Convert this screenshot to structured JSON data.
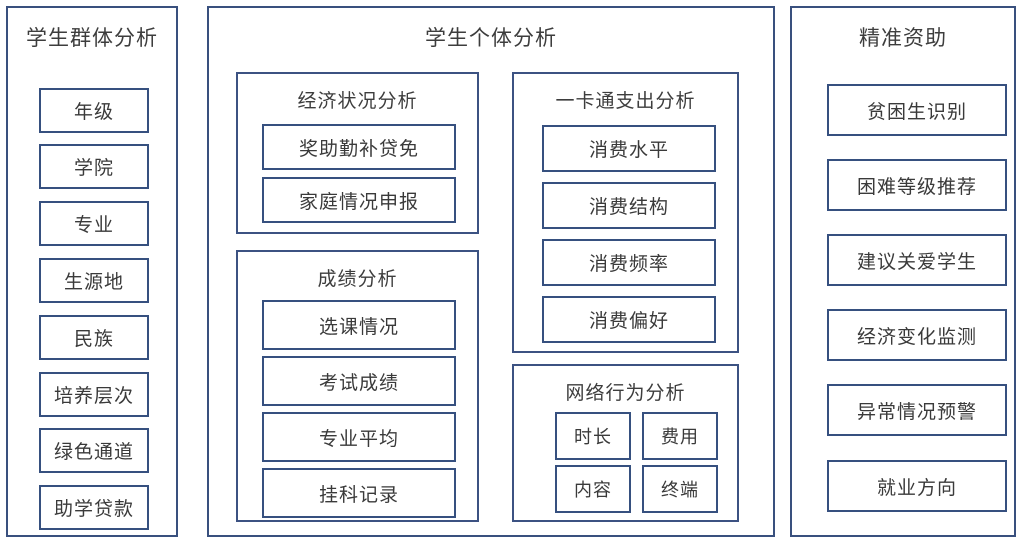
{
  "diagram": {
    "panels": [
      {
        "id": "group-analysis",
        "title": "学生群体分析",
        "items": [
          {
            "label": "年级"
          },
          {
            "label": "学院"
          },
          {
            "label": "专业"
          },
          {
            "label": "生源地"
          },
          {
            "label": "民族"
          },
          {
            "label": "培养层次"
          },
          {
            "label": "绿色通道"
          },
          {
            "label": "助学贷款"
          }
        ]
      },
      {
        "id": "individual-analysis",
        "title": "学生个体分析",
        "groups": [
          {
            "id": "economic-status",
            "title": "经济状况分析",
            "items": [
              {
                "label": "奖助勤补贷免"
              },
              {
                "label": "家庭情况申报"
              }
            ]
          },
          {
            "id": "score-analysis",
            "title": "成绩分析",
            "items": [
              {
                "label": "选课情况"
              },
              {
                "label": "考试成绩"
              },
              {
                "label": "专业平均"
              },
              {
                "label": "挂科记录"
              }
            ]
          },
          {
            "id": "card-expense",
            "title": "一卡通支出分析",
            "items": [
              {
                "label": "消费水平"
              },
              {
                "label": "消费结构"
              },
              {
                "label": "消费频率"
              },
              {
                "label": "消费偏好"
              }
            ]
          },
          {
            "id": "network-behavior",
            "title": "网络行为分析",
            "items": [
              {
                "label": "时长"
              },
              {
                "label": "费用"
              },
              {
                "label": "内容"
              },
              {
                "label": "终端"
              }
            ]
          }
        ]
      },
      {
        "id": "precise-funding",
        "title": "精准资助",
        "items": [
          {
            "label": "贫困生识别"
          },
          {
            "label": "困难等级推荐"
          },
          {
            "label": "建议关爱学生"
          },
          {
            "label": "经济变化监测"
          },
          {
            "label": "异常情况预警"
          },
          {
            "label": "就业方向"
          }
        ]
      }
    ],
    "colors": {
      "panel_border": "#39507e",
      "group_border": "#3c5282",
      "item_border": "#36507f",
      "background": "#ffffff",
      "text": "#3a3a3a"
    }
  }
}
